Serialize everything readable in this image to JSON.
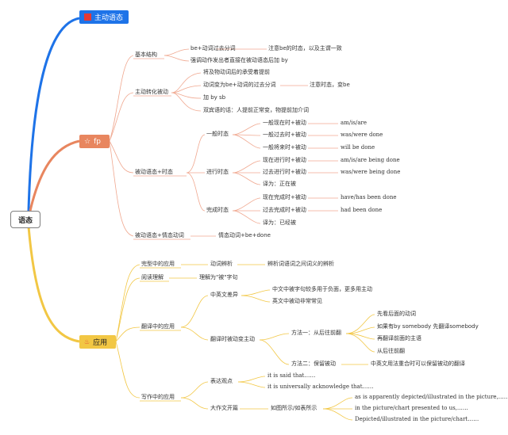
{
  "root": "语态",
  "branches": {
    "active": {
      "label": "主动语态",
      "color": "#1e73e8",
      "icon": "red-square-icon"
    },
    "fp": {
      "label": "fp",
      "color": "#e8865f",
      "icon": "star-icon",
      "structure": {
        "label": "基本结构",
        "items": [
          "be+动词过去分词",
          "强调动作发出者直接在被动语态后加 by"
        ],
        "note": "注意be的时态，以及主谓一致"
      },
      "conversion": {
        "label": "主动转化被动",
        "items": [
          "将及物动词后的承受着提前",
          "动词变为be+动词的过去分词",
          "加 by sb",
          "双宾语的话：人提前正常变，物提前加介词"
        ],
        "note": "注意时态，变be"
      },
      "tense": {
        "label": "被动语态+时态",
        "simple": {
          "label": "一般时态",
          "items": [
            {
              "name": "一般现在时+被动",
              "form": "am/is/are"
            },
            {
              "name": "一般过去时+被动",
              "form": "was/were done"
            },
            {
              "name": "一般将来时+被动",
              "form": "will be done"
            }
          ]
        },
        "progressive": {
          "label": "进行时态",
          "items": [
            {
              "name": "现在进行时+被动",
              "form": "am/is/are being done"
            },
            {
              "name": "过去进行时+被动",
              "form": "was/were being done"
            }
          ],
          "translation": "译为：正在被"
        },
        "perfect": {
          "label": "完成时态",
          "items": [
            {
              "name": "现在完成时+被动",
              "form": "have/has been done"
            },
            {
              "name": "过去完成时+被动",
              "form": "had been done"
            }
          ],
          "translation": "译为：已经被"
        }
      },
      "modal": {
        "label": "被动语态+情态动词",
        "form": "情态动词+be+done"
      }
    },
    "application": {
      "label": "应用",
      "color": "#f2c744",
      "icon": "flame-icon",
      "cloze": {
        "label": "完型中的应用",
        "sub": "动词辨析",
        "note": "辨析词语词之间词义的辨析"
      },
      "reading": {
        "label": "阅读理解",
        "sub": "理解为\"被\"字句"
      },
      "translation": {
        "label": "翻译中的应用",
        "diff": {
          "label": "中英文差异",
          "items": [
            "中文中被字句较多用于负面，更多用主动",
            "英文中被动非常常见"
          ]
        },
        "method": {
          "label": "翻译时被动变主动",
          "m1": {
            "label": "方法一：从后往前翻",
            "items": [
              "先看后面的动词",
              "如果有by somebody 先翻译somebody",
              "再翻译前面的主语",
              "从后往前翻"
            ]
          },
          "m2": {
            "label": "方法二：保留被动",
            "note": "中英文用法重合时可以保留被动的翻译"
          }
        }
      },
      "writing": {
        "label": "写作中的应用",
        "view": {
          "label": "表达观点",
          "items": [
            "it is said that……",
            "it is universally acknowledge that……"
          ]
        },
        "opening": {
          "label": "大作文开篇",
          "sub": "如图所示/如表所示",
          "items": [
            "as is apparently depicted/illustrated in the picture,……",
            "in the picture/chart presented to us,……",
            "Depicted/illustrated in the picture/chart……"
          ]
        }
      }
    }
  }
}
